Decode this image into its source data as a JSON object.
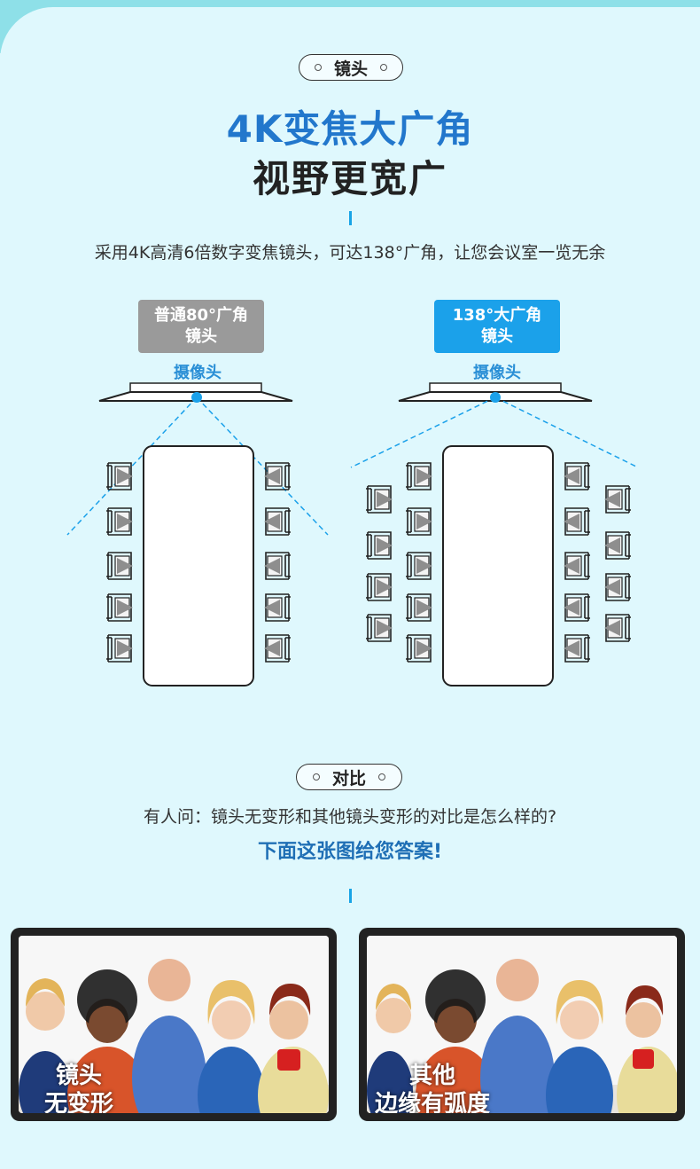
{
  "section1": {
    "pill_label": "镜头",
    "title_line1": "4K变焦大广角",
    "title_line2": "视野更宽广",
    "description": "采用4K高清6倍数字变焦镜头，可达138°广角，让您会议室一览无余"
  },
  "lenses": [
    {
      "label_line1": "普通80°广角",
      "label_line2": "镜头",
      "color": "#9a9a9a",
      "camera_label": "摄像头"
    },
    {
      "label_line1": "138°大广角",
      "label_line2": "镜头",
      "color": "#1ba1ea",
      "camera_label": "摄像头"
    }
  ],
  "section2": {
    "pill_label": "对比",
    "question": "有人问：镜头无变形和其他镜头变形的对比是怎么样的?",
    "answer": "下面这张图给您答案!"
  },
  "photos": [
    {
      "caption_line1": "镜头",
      "caption_line2": "无变形"
    },
    {
      "caption_line1": "其他",
      "caption_line2": "边缘有弧度"
    }
  ],
  "colors": {
    "accent_blue": "#1ba1ea",
    "title_blue": "#2277cc",
    "background": "#dff8fd"
  }
}
